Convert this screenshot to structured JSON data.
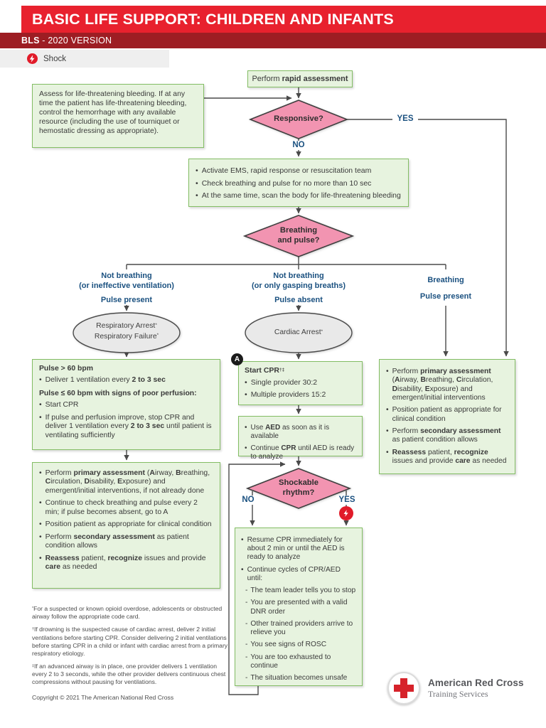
{
  "header": {
    "title": "BASIC LIFE SUPPORT: CHILDREN AND INFANTS",
    "subtitle": [
      {
        "t": "BLS",
        "b": 1
      },
      {
        "t": " - 2020 VERSION"
      }
    ]
  },
  "legend": {
    "shock_label": "Shock",
    "shock_icon": "lightning-bolt-in-red-circle"
  },
  "palette": {
    "title_bar_red": "#e8212e",
    "subtitle_bar_maroon": "#9d1d23",
    "legend_bg": "#efefef",
    "box_fill_green": "#e7f3df",
    "box_border_green": "#83bd64",
    "diamond_fill_pink": "#f294b1",
    "ellipse_fill_gray": "#e9e9e9",
    "branch_label_blue": "#1b5180",
    "line_gray": "#4a4a4a",
    "shock_red": "#e11b29"
  },
  "flow": {
    "rapid_assessment": [
      {
        "t": "Perform "
      },
      {
        "t": "rapid assessment",
        "b": 1
      }
    ],
    "bleeding_note": "Assess for life-threatening bleeding. If at any time the patient has life-threatening bleeding, control the hemorrhage with any available resource (including the use of tourniquet or hemostatic dressing as appropriate).",
    "responsive": {
      "question": "Responsive?",
      "yes": "YES",
      "no": "NO"
    },
    "ems_box": {
      "items": [
        "Activate EMS, rapid response or resuscitation team",
        "Check breathing and pulse for no more than 10 sec",
        "At the same time, scan the body for life-threatening bleeding"
      ]
    },
    "breathing_pulse": {
      "question_line1": "Breathing",
      "question_line2": "and pulse?"
    }
  },
  "branch_left": {
    "label": {
      "line1": "Not breathing",
      "line2": "(or ineffective ventilation)",
      "line3": "Pulse present"
    },
    "ellipse": {
      "line1": [
        {
          "t": "Respiratory Arrest"
        },
        {
          "t": "*",
          "sup": 1
        }
      ],
      "line2": [
        {
          "t": "Respiratory Failure"
        },
        {
          "t": "*",
          "sup": 1
        }
      ]
    },
    "box1": {
      "heading1": [
        {
          "t": "Pulse > 60 bpm",
          "b": 1
        }
      ],
      "item1": [
        {
          "t": "Deliver 1 ventilation every "
        },
        {
          "t": "2 to 3 sec",
          "b": 1
        }
      ],
      "heading2": [
        {
          "t": "Pulse ≤ 60 bpm with signs of poor perfusion:",
          "b": 1
        }
      ],
      "item2": [
        {
          "t": "Start CPR"
        }
      ],
      "item3": [
        {
          "t": "If pulse and perfusion improve, stop CPR and deliver 1 ventilation every "
        },
        {
          "t": "2 to 3 sec",
          "b": 1
        },
        {
          "t": " until patient is ventilating sufficiently"
        }
      ]
    },
    "box2": {
      "items": [
        [
          {
            "t": "Perform "
          },
          {
            "t": "primary assessment",
            "b": 1
          },
          {
            "t": " ("
          },
          {
            "t": "A",
            "b": 1
          },
          {
            "t": "irway, "
          },
          {
            "t": "B",
            "b": 1
          },
          {
            "t": "reathing, "
          },
          {
            "t": "C",
            "b": 1
          },
          {
            "t": "irculation, "
          },
          {
            "t": "D",
            "b": 1
          },
          {
            "t": "isability, "
          },
          {
            "t": "E",
            "b": 1
          },
          {
            "t": "xposure) and emergent/initial interventions, if not already done"
          }
        ],
        [
          {
            "t": "Continue to check breathing and pulse every 2 min; if pulse becomes absent, go to A"
          }
        ],
        [
          {
            "t": "Position patient as appropriate for clinical condition"
          }
        ],
        [
          {
            "t": "Perform "
          },
          {
            "t": "secondary assessment",
            "b": 1
          },
          {
            "t": " as patient condition allows"
          }
        ],
        [
          {
            "t": "Reassess",
            "b": 1
          },
          {
            "t": " patient, "
          },
          {
            "t": "recognize",
            "b": 1
          },
          {
            "t": " issues and provide "
          },
          {
            "t": "care",
            "b": 1
          },
          {
            "t": " as needed"
          }
        ]
      ]
    }
  },
  "branch_mid": {
    "label": {
      "line1": "Not breathing",
      "line2": "(or only gasping breaths)",
      "line3": "Pulse absent"
    },
    "ellipse": {
      "line1": [
        {
          "t": "Cardiac Arrest"
        },
        {
          "t": "*",
          "sup": 1
        }
      ]
    },
    "a_marker": "A",
    "start_cpr_box": {
      "heading": [
        {
          "t": "Start CPR",
          "b": 1
        },
        {
          "t": "†‡",
          "b": 1,
          "sup": 1
        }
      ],
      "items": [
        [
          {
            "t": "Single provider 30:2"
          }
        ],
        [
          {
            "t": "Multiple providers 15:2"
          }
        ]
      ]
    },
    "aed_box": {
      "items": [
        [
          {
            "t": "Use "
          },
          {
            "t": "AED",
            "b": 1
          },
          {
            "t": " as soon as it is available"
          }
        ],
        [
          {
            "t": "Continue "
          },
          {
            "t": "CPR",
            "b": 1
          },
          {
            "t": " until AED is ready to analyze"
          }
        ]
      ]
    },
    "shockable": {
      "question_line1": "Shockable",
      "question_line2": "rhythm?",
      "no": "NO",
      "yes": "YES"
    },
    "resume_box": {
      "items": [
        [
          {
            "t": "Resume CPR immediately for about 2 min or until the AED is ready to analyze"
          }
        ],
        [
          {
            "t": "Continue cycles of CPR/AED until:"
          }
        ]
      ],
      "subitems": [
        "The team leader tells you to stop",
        "You are presented with a valid DNR order",
        "Other trained providers arrive to relieve you",
        "You see signs of ROSC",
        "You are too exhausted to continue",
        "The situation becomes unsafe"
      ]
    }
  },
  "branch_right": {
    "label": {
      "line1": "Breathing",
      "line2": "Pulse present"
    },
    "box": {
      "items": [
        [
          {
            "t": "Perform "
          },
          {
            "t": "primary assessment",
            "b": 1
          },
          {
            "t": " ("
          },
          {
            "t": "A",
            "b": 1
          },
          {
            "t": "irway, "
          },
          {
            "t": "B",
            "b": 1
          },
          {
            "t": "reathing, "
          },
          {
            "t": "C",
            "b": 1
          },
          {
            "t": "irculation, "
          },
          {
            "t": "D",
            "b": 1
          },
          {
            "t": "isability, "
          },
          {
            "t": "E",
            "b": 1
          },
          {
            "t": "xposure) and emergent/initial interventions"
          }
        ],
        [
          {
            "t": "Position patient as appropriate for clinical condition"
          }
        ],
        [
          {
            "t": "Perform "
          },
          {
            "t": "secondary assessment",
            "b": 1
          },
          {
            "t": " as patient condition allows"
          }
        ],
        [
          {
            "t": "Reassess",
            "b": 1
          },
          {
            "t": " patient, "
          },
          {
            "t": "recognize",
            "b": 1
          },
          {
            "t": " issues and provide "
          },
          {
            "t": "care",
            "b": 1
          },
          {
            "t": " as needed"
          }
        ]
      ]
    }
  },
  "footnotes": {
    "f1": [
      {
        "t": "*",
        "sup": 1
      },
      {
        "t": "For a suspected or known opioid overdose, adolescents or obstructed airway follow the appropriate code card."
      }
    ],
    "f2": [
      {
        "t": "†",
        "sup": 1
      },
      {
        "t": "If drowning is the suspected cause of cardiac arrest, deliver 2 initial ventilations before starting CPR. Consider delivering 2 initial ventilations before starting CPR in a child or infant with cardiac arrest from a primary respiratory etiology."
      }
    ],
    "f3": [
      {
        "t": "‡",
        "sup": 1
      },
      {
        "t": "If an advanced airway is in place, one provider delivers 1 ventilation every 2 to 3 seconds, while the other provider delivers continuous chest compressions without pausing for ventilations."
      }
    ],
    "copyright": "Copyright © 2021 The American National Red Cross"
  },
  "logo": {
    "name": "American Red Cross",
    "tagline": "Training Services",
    "icon": "red-cross-in-circle"
  }
}
